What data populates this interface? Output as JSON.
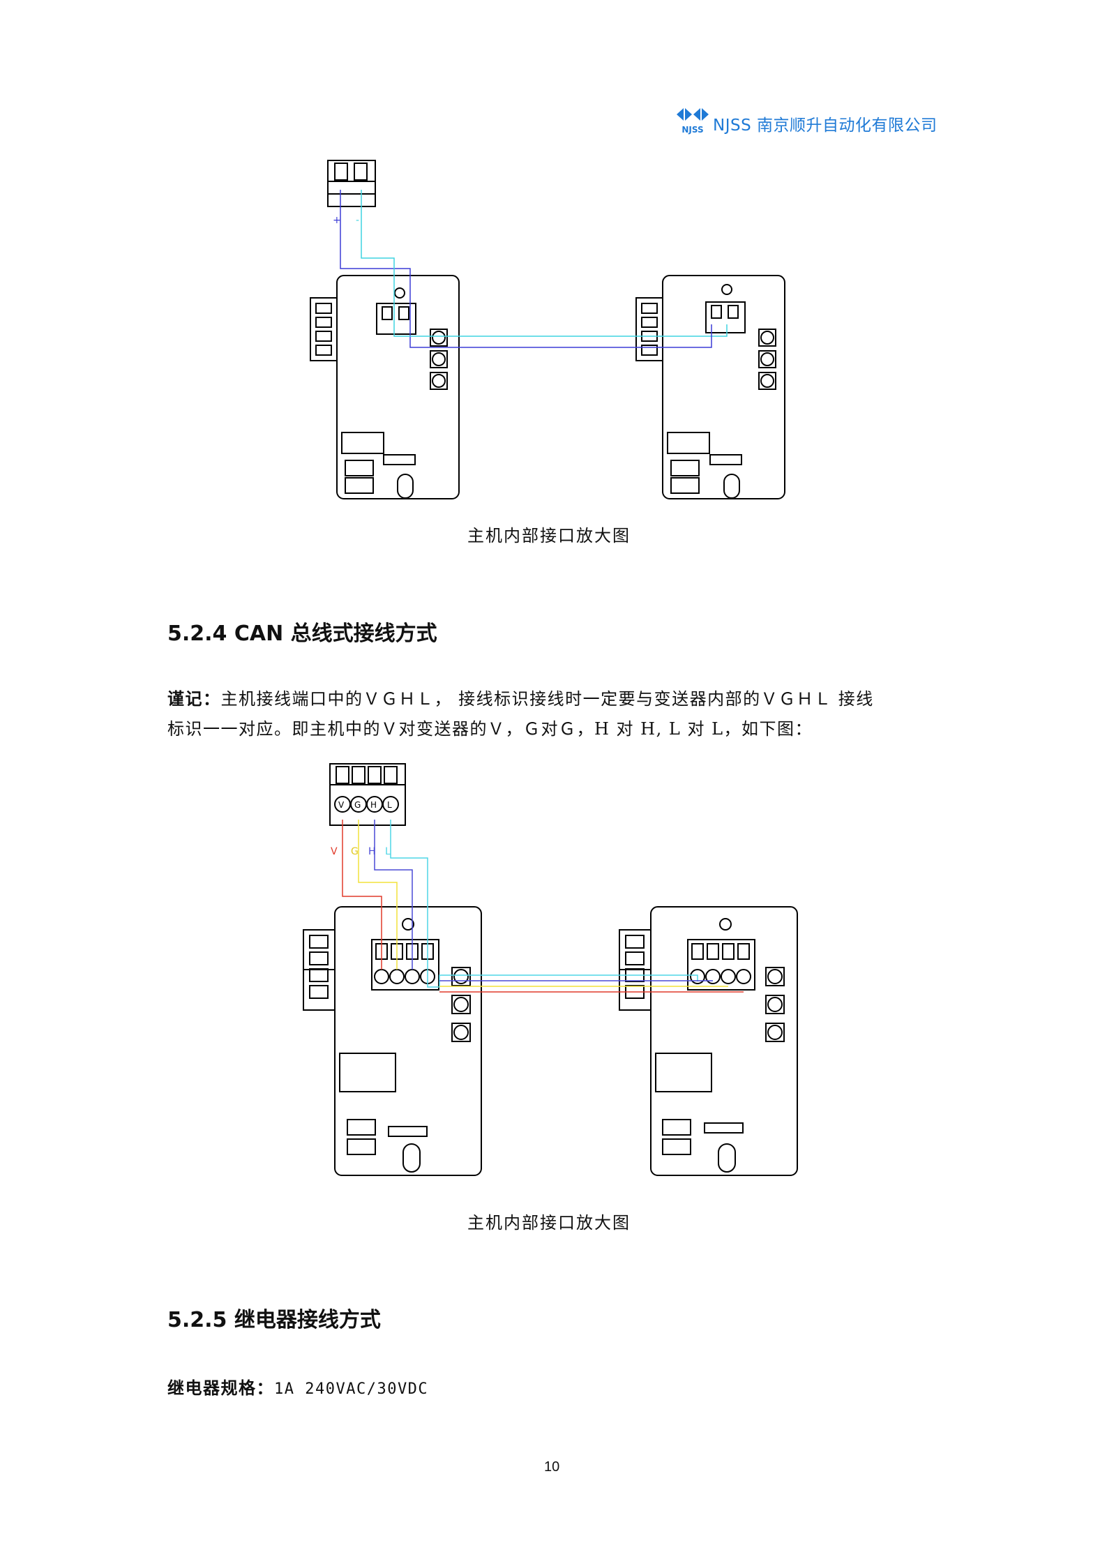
{
  "header": {
    "logo_text": "NJSS",
    "company_name": "NJSS 南京顺升自动化有限公司"
  },
  "diagram1": {
    "plus_label": "+",
    "minus_label": "-",
    "caption": "主机内部接口放大图"
  },
  "section_524": {
    "heading": "5.2.4 CAN 总线式接线方式",
    "note_label": "谨记：",
    "note_line1": "主机接线端口中的ＶＧＨＬ，  接线标识接线时一定要与变送器内部的ＶＧＨＬ 接线",
    "note_line2": "标识一一对应。即主机中的Ｖ对变送器的Ｖ，Ｇ对Ｇ，H 对 H, L 对 L，如下图："
  },
  "diagram2": {
    "wire_labels": [
      "V",
      "G",
      "H",
      "L"
    ],
    "caption": "主机内部接口放大图"
  },
  "section_525": {
    "heading": "5.2.5 继电器接线方式",
    "spec_label": "继电器规格：",
    "spec_value": "1A 240VAC/30VDC"
  },
  "footer": {
    "page_number": "10"
  },
  "colors": {
    "brand_blue": "#1f7ad6",
    "wire_plus": "#3b3bd6",
    "wire_minus": "#3fd4e0",
    "wire_v": "#e03a2a",
    "wire_g": "#f2e23a",
    "wire_h": "#4a4ad6",
    "wire_l": "#4fd6e6"
  }
}
